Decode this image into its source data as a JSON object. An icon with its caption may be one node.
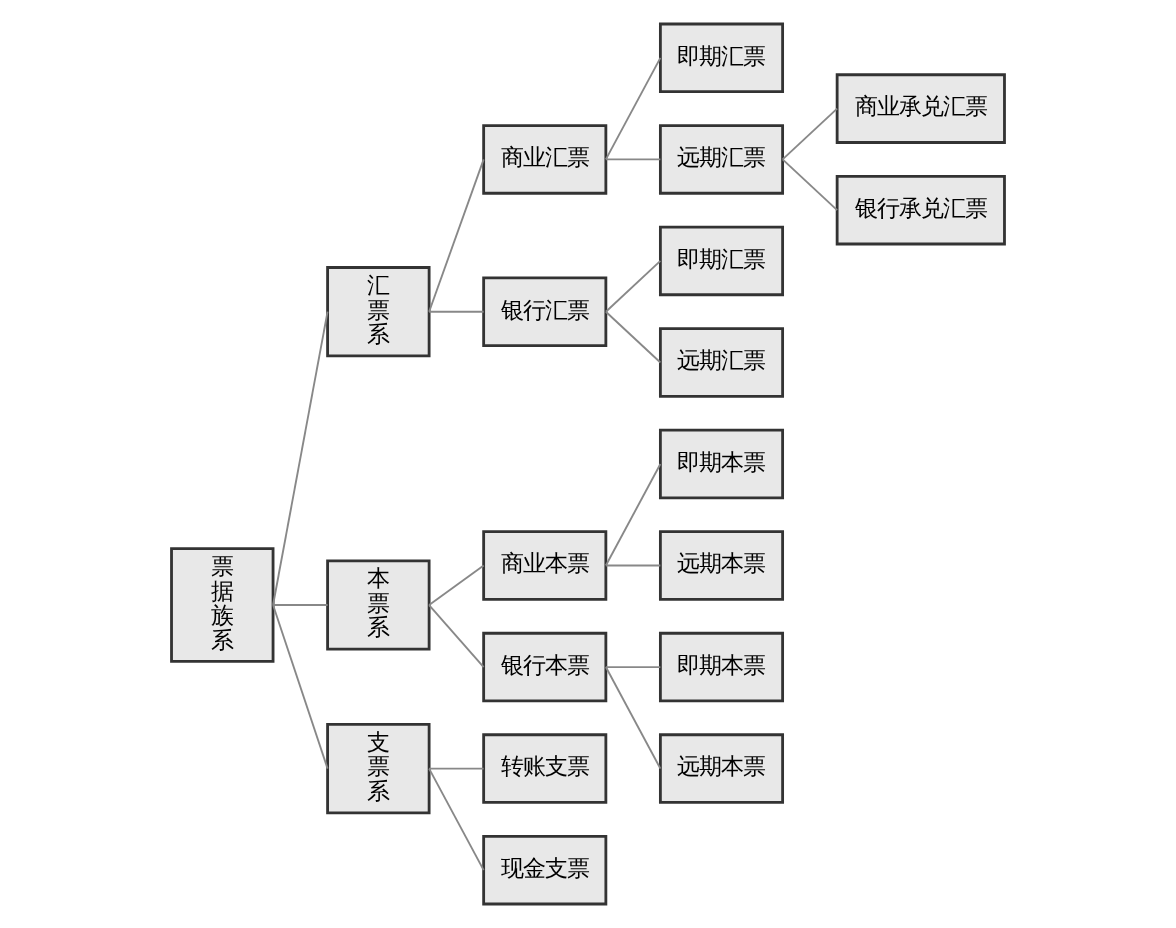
{
  "diagram": {
    "nodes": [
      {
        "text": [
          "票据族系"
        ]
      },
      {
        "text": [
          "汇票系"
        ]
      },
      {
        "text": [
          "商业汇票"
        ]
      },
      {
        "text": [
          "即期汇票"
        ]
      },
      {
        "text": [
          "远期汇票"
        ]
      },
      {
        "text": [
          "商业承兑汇票"
        ]
      },
      {
        "text": [
          "银行承兑汇票"
        ]
      },
      {
        "text": [
          "银行汇票"
        ]
      },
      {
        "text": [
          "即期汇票"
        ]
      },
      {
        "text": [
          "远期汇票"
        ]
      },
      {
        "text": [
          "本票系"
        ]
      },
      {
        "text": [
          "商业本票"
        ]
      },
      {
        "text": [
          "即期本票"
        ]
      },
      {
        "text": [
          "远期本票"
        ]
      },
      {
        "text": [
          "银行本票"
        ]
      },
      {
        "text": [
          "即期本票"
        ]
      },
      {
        "text": [
          "远期本票"
        ]
      },
      {
        "text": [
          "支票系"
        ]
      },
      {
        "text": [
          "转账支票"
        ]
      },
      {
        "text": [
          "现金支票"
        ]
      }
    ],
    "edges": [
      {
        "from": 0,
        "to": 1,
        "arrow": "none"
      },
      {
        "from": 1,
        "to": 2,
        "arrow": "none"
      },
      {
        "from": 2,
        "to": 3,
        "arrow": "none"
      },
      {
        "from": 2,
        "to": 4,
        "arrow": "none"
      },
      {
        "from": 4,
        "to": 5,
        "arrow": "none"
      },
      {
        "from": 4,
        "to": 6,
        "arrow": "none"
      },
      {
        "from": 1,
        "to": 7,
        "arrow": "none"
      },
      {
        "from": 7,
        "to": 8,
        "arrow": "none"
      },
      {
        "from": 7,
        "to": 9,
        "arrow": "none"
      },
      {
        "from": 0,
        "to": 10,
        "arrow": "none"
      },
      {
        "from": 10,
        "to": 11,
        "arrow": "none"
      },
      {
        "from": 11,
        "to": 12,
        "arrow": "none"
      },
      {
        "from": 11,
        "to": 13,
        "arrow": "none"
      },
      {
        "from": 10,
        "to": 14,
        "arrow": "none"
      },
      {
        "from": 14,
        "to": 15,
        "arrow": "none"
      },
      {
        "from": 14,
        "to": 16,
        "arrow": "none"
      },
      {
        "from": 0,
        "to": 17,
        "arrow": "none"
      },
      {
        "from": 17,
        "to": 18,
        "arrow": "none"
      },
      {
        "from": 17,
        "to": 19,
        "arrow": "none"
      }
    ]
  }
}
